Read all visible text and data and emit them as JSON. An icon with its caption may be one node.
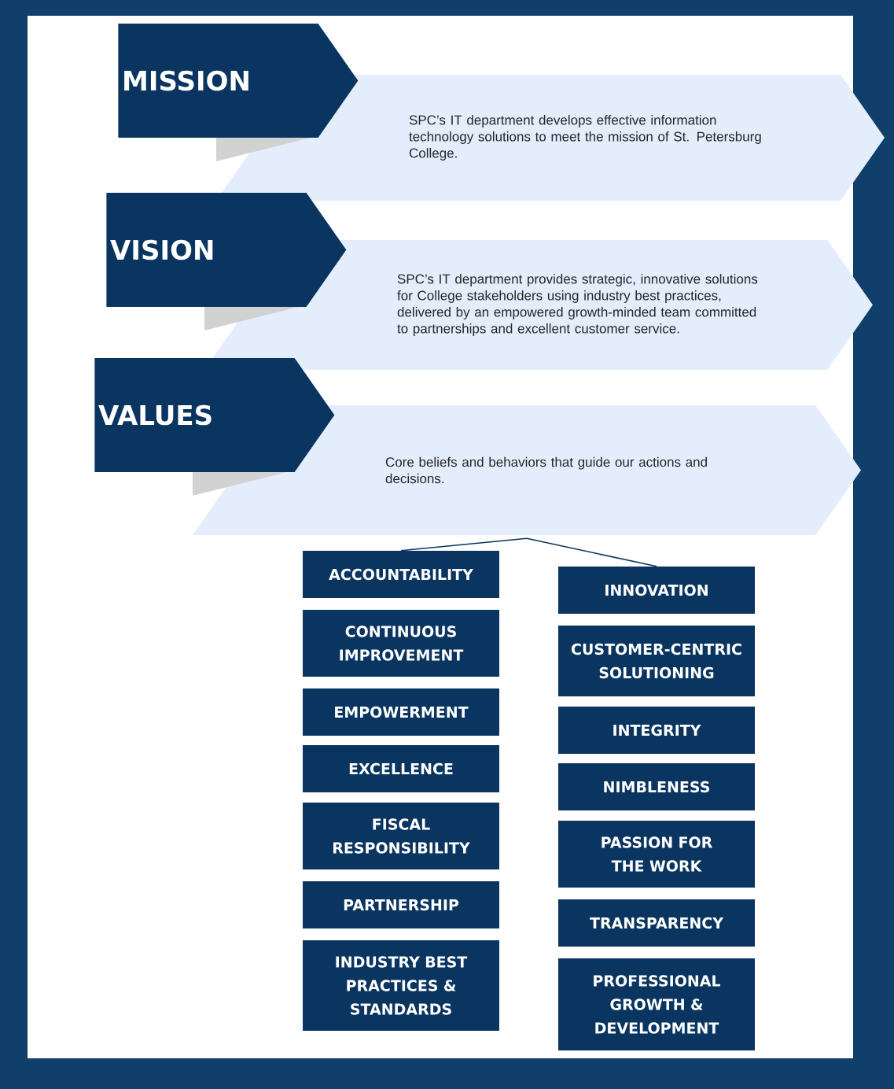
{
  "diagram": {
    "nodes": [
      {
        "text": [
          "MISSION"
        ]
      },
      {
        "text": [
          "SPC’s IT department develops effective information technology solutions to meet the mission of St. Petersburg College."
        ]
      },
      {
        "text": [
          "VISION"
        ]
      },
      {
        "text": [
          "SPC’s IT department provides strategic, innovative solutions for College stakeholders using industry best practices, delivered by an empowered growth-minded team committed to partnerships and excellent customer service."
        ]
      },
      {
        "text": [
          "VALUES"
        ]
      },
      {
        "text": [
          "Core beliefs and behaviors that guide our actions and decisions."
        ]
      },
      {
        "text": [
          "ACCOUNTABILITY"
        ]
      },
      {
        "text": [
          "CONTINUOUS IMPROVEMENT"
        ]
      },
      {
        "text": [
          "EMPOWERMENT"
        ]
      },
      {
        "text": [
          "EXCELLENCE"
        ]
      },
      {
        "text": [
          "FISCAL RESPONSIBILITY"
        ]
      },
      {
        "text": [
          "PARTNERSHIP"
        ]
      },
      {
        "text": [
          "INDUSTRY BEST PRACTICES & STANDARDS"
        ]
      },
      {
        "text": [
          "INNOVATION"
        ]
      },
      {
        "text": [
          "CUSTOMER-CENTRIC SOLUTIONING"
        ]
      },
      {
        "text": [
          "INTEGRITY"
        ]
      },
      {
        "text": [
          "NIMBLENESS"
        ]
      },
      {
        "text": [
          "PASSION FOR THE WORK"
        ]
      },
      {
        "text": [
          "TRANSPARENCY"
        ]
      },
      {
        "text": [
          "PROFESSIONAL GROWTH & DEVELOPMENT"
        ]
      }
    ],
    "edges": [
      {
        "from": 5,
        "to": 6,
        "arrow": "none"
      },
      {
        "from": 5,
        "to": 13,
        "arrow": "none"
      }
    ]
  }
}
